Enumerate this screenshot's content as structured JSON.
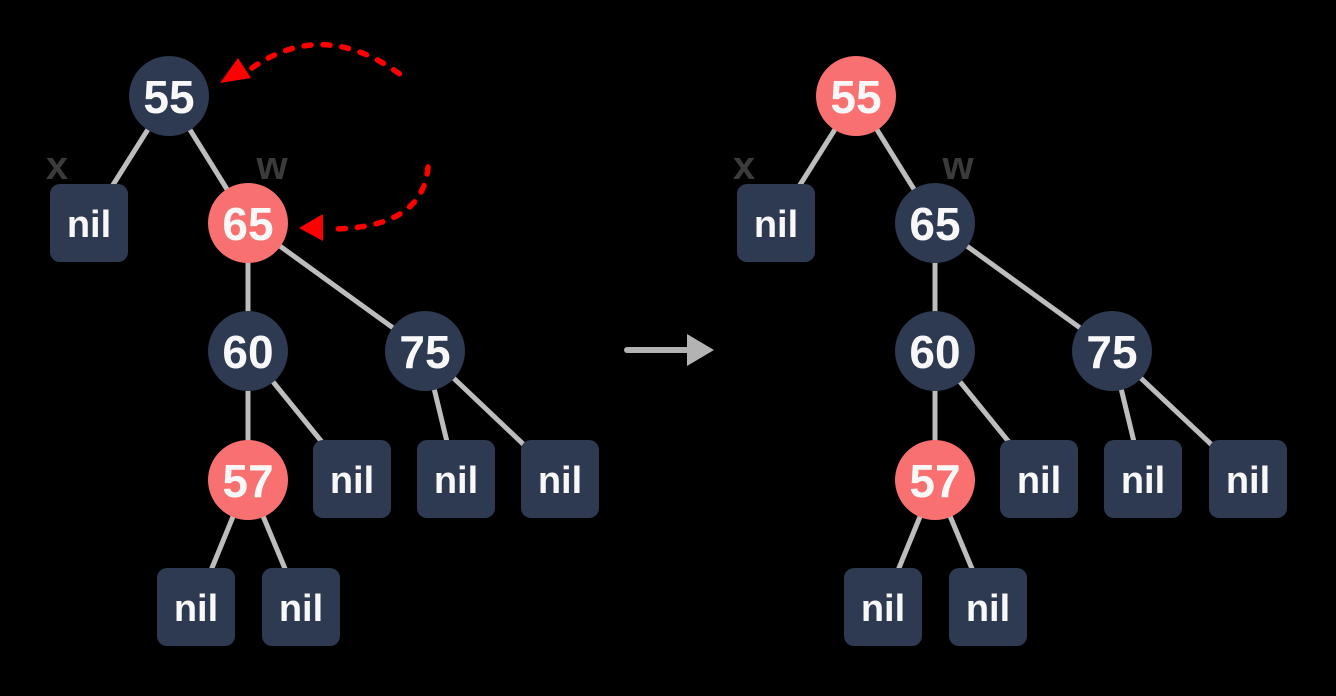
{
  "colors": {
    "background": "#000000",
    "node_dark": "#2d3a51",
    "node_red": "#f97070",
    "node_text": "#f8f8f8",
    "edge": "#bdbdbd",
    "pointer_label": "#3b3b3b",
    "swap_arrow": "#fe0000",
    "transition_arrow": "#b3b3b3"
  },
  "tree_before": {
    "pointer_x": "x",
    "pointer_w": "w",
    "nodes": {
      "root55": {
        "label": "55",
        "color": "dark"
      },
      "nil_x": {
        "label": "nil",
        "color": "dark"
      },
      "w65": {
        "label": "65",
        "color": "red"
      },
      "n60": {
        "label": "60",
        "color": "dark"
      },
      "n75": {
        "label": "75",
        "color": "dark"
      },
      "n57": {
        "label": "57",
        "color": "red"
      },
      "nil_60_right": {
        "label": "nil",
        "color": "dark"
      },
      "nil_75_left": {
        "label": "nil",
        "color": "dark"
      },
      "nil_75_right": {
        "label": "nil",
        "color": "dark"
      },
      "nil_57_left": {
        "label": "nil",
        "color": "dark"
      },
      "nil_57_right": {
        "label": "nil",
        "color": "dark"
      }
    }
  },
  "tree_after": {
    "pointer_x": "x",
    "pointer_w": "w",
    "nodes": {
      "root55": {
        "label": "55",
        "color": "red"
      },
      "nil_x": {
        "label": "nil",
        "color": "dark"
      },
      "w65": {
        "label": "65",
        "color": "dark"
      },
      "n60": {
        "label": "60",
        "color": "dark"
      },
      "n75": {
        "label": "75",
        "color": "dark"
      },
      "n57": {
        "label": "57",
        "color": "red"
      },
      "nil_60_right": {
        "label": "nil",
        "color": "dark"
      },
      "nil_75_left": {
        "label": "nil",
        "color": "dark"
      },
      "nil_75_right": {
        "label": "nil",
        "color": "dark"
      },
      "nil_57_left": {
        "label": "nil",
        "color": "dark"
      },
      "nil_57_right": {
        "label": "nil",
        "color": "dark"
      }
    }
  }
}
